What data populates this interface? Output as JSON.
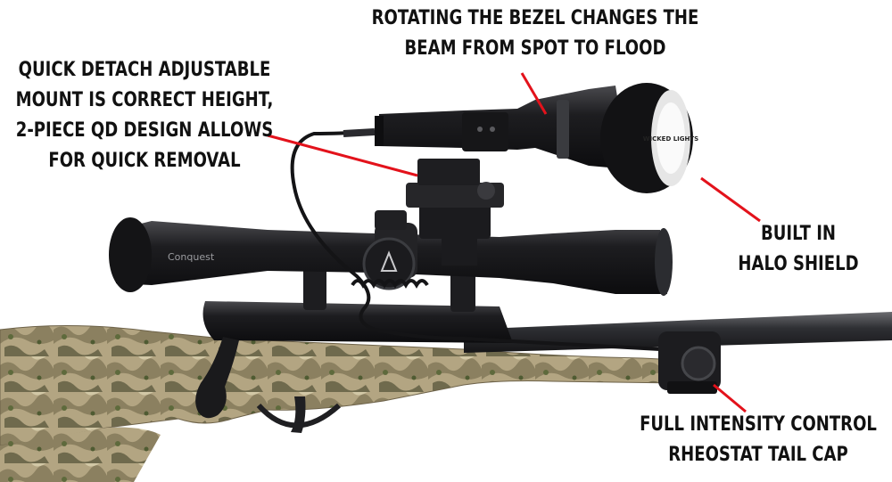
{
  "captions": {
    "bezel": [
      "ROTATING THE BEZEL CHANGES THE",
      "BEAM FROM SPOT TO FLOOD"
    ],
    "mount": [
      "QUICK DETACH ADJUSTABLE",
      "MOUNT IS CORRECT HEIGHT,",
      "2-PIECE QD DESIGN ALLOWS",
      "FOR QUICK REMOVAL"
    ],
    "halo": [
      "BUILT IN",
      "HALO SHIELD"
    ],
    "rheostat": [
      "FULL INTENSITY CONTROL",
      "RHEOSTAT TAIL CAP"
    ]
  },
  "scope_text": "Conquest",
  "light_logo": "WICKED LIGHTS",
  "colors": {
    "callout_line": "#e3121b",
    "camo_base": "#a89a78",
    "metal_dark": "#1b1b1d"
  }
}
